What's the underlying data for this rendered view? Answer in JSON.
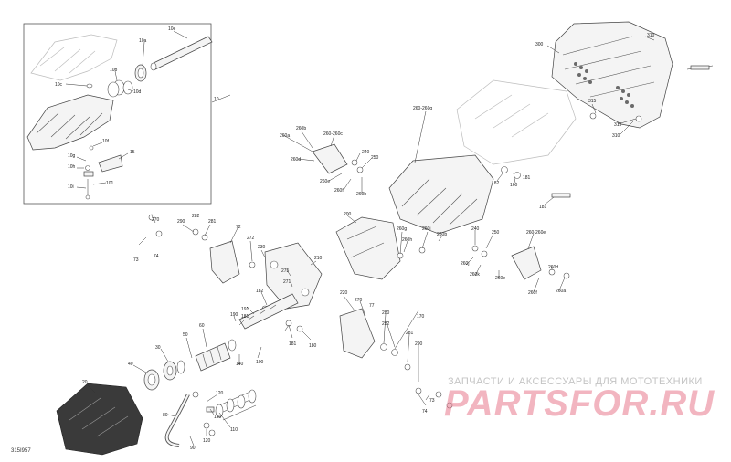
{
  "reference_code": "315I957",
  "watermark": {
    "tagline": "ЗАПЧАСТИ И АКСЕССУАРЫ ДЛЯ МОТОТЕХНИКИ",
    "logo": "PARTSFOR.RU"
  },
  "callouts": {
    "c10": "10",
    "c10a": "10a",
    "c10b": "10b",
    "c10c": "10c",
    "c10d": "10d",
    "c10e": "10e",
    "c10f": "10f",
    "c10g": "10g",
    "c10h": "10h",
    "c10i": "10i",
    "c15": "15",
    "c101": "101",
    "c300": "300",
    "c310": "310",
    "c315a": "315",
    "c315b": "315",
    "c260_260g": "260-260g",
    "c260b": "260b",
    "c260_260c": "260-260c",
    "c240a": "240",
    "c250a": "250",
    "c260a": "260a",
    "c260d": "260d",
    "c260e": "260e",
    "c260f": "260f",
    "c181a": "181",
    "c182": "182",
    "c160": "160",
    "c181b": "181",
    "c270a": "270",
    "c280a": "280",
    "c281": "281",
    "c72": "72",
    "c73": "73",
    "c74a": "74",
    "c272": "272",
    "c230": "230",
    "c200": "200",
    "c260g": "260g",
    "c260h": "260h",
    "c260i": "260i",
    "c260b2": "260b",
    "c240b": "240",
    "c260_260e": "260-260e",
    "c260j": "260j",
    "c260k": "260k",
    "c250b": "250",
    "c210": "210",
    "c275": "275",
    "c271": "271",
    "c182b": "182",
    "c191": "191",
    "c181c": "181",
    "c190": "190",
    "c60": "60",
    "c50": "50",
    "c30": "30",
    "c40": "40",
    "c20": "20",
    "c100": "100",
    "c80": "80",
    "c90": "90",
    "c110": "110",
    "c120a": "120",
    "c120b": "120",
    "c130": "130",
    "c140": "140",
    "c181d": "181",
    "c180": "180",
    "c220": "220",
    "c270b": "270",
    "c280b": "280",
    "c282": "282",
    "c77": "77",
    "c170": "170",
    "c74b": "74",
    "c290": "290"
  }
}
